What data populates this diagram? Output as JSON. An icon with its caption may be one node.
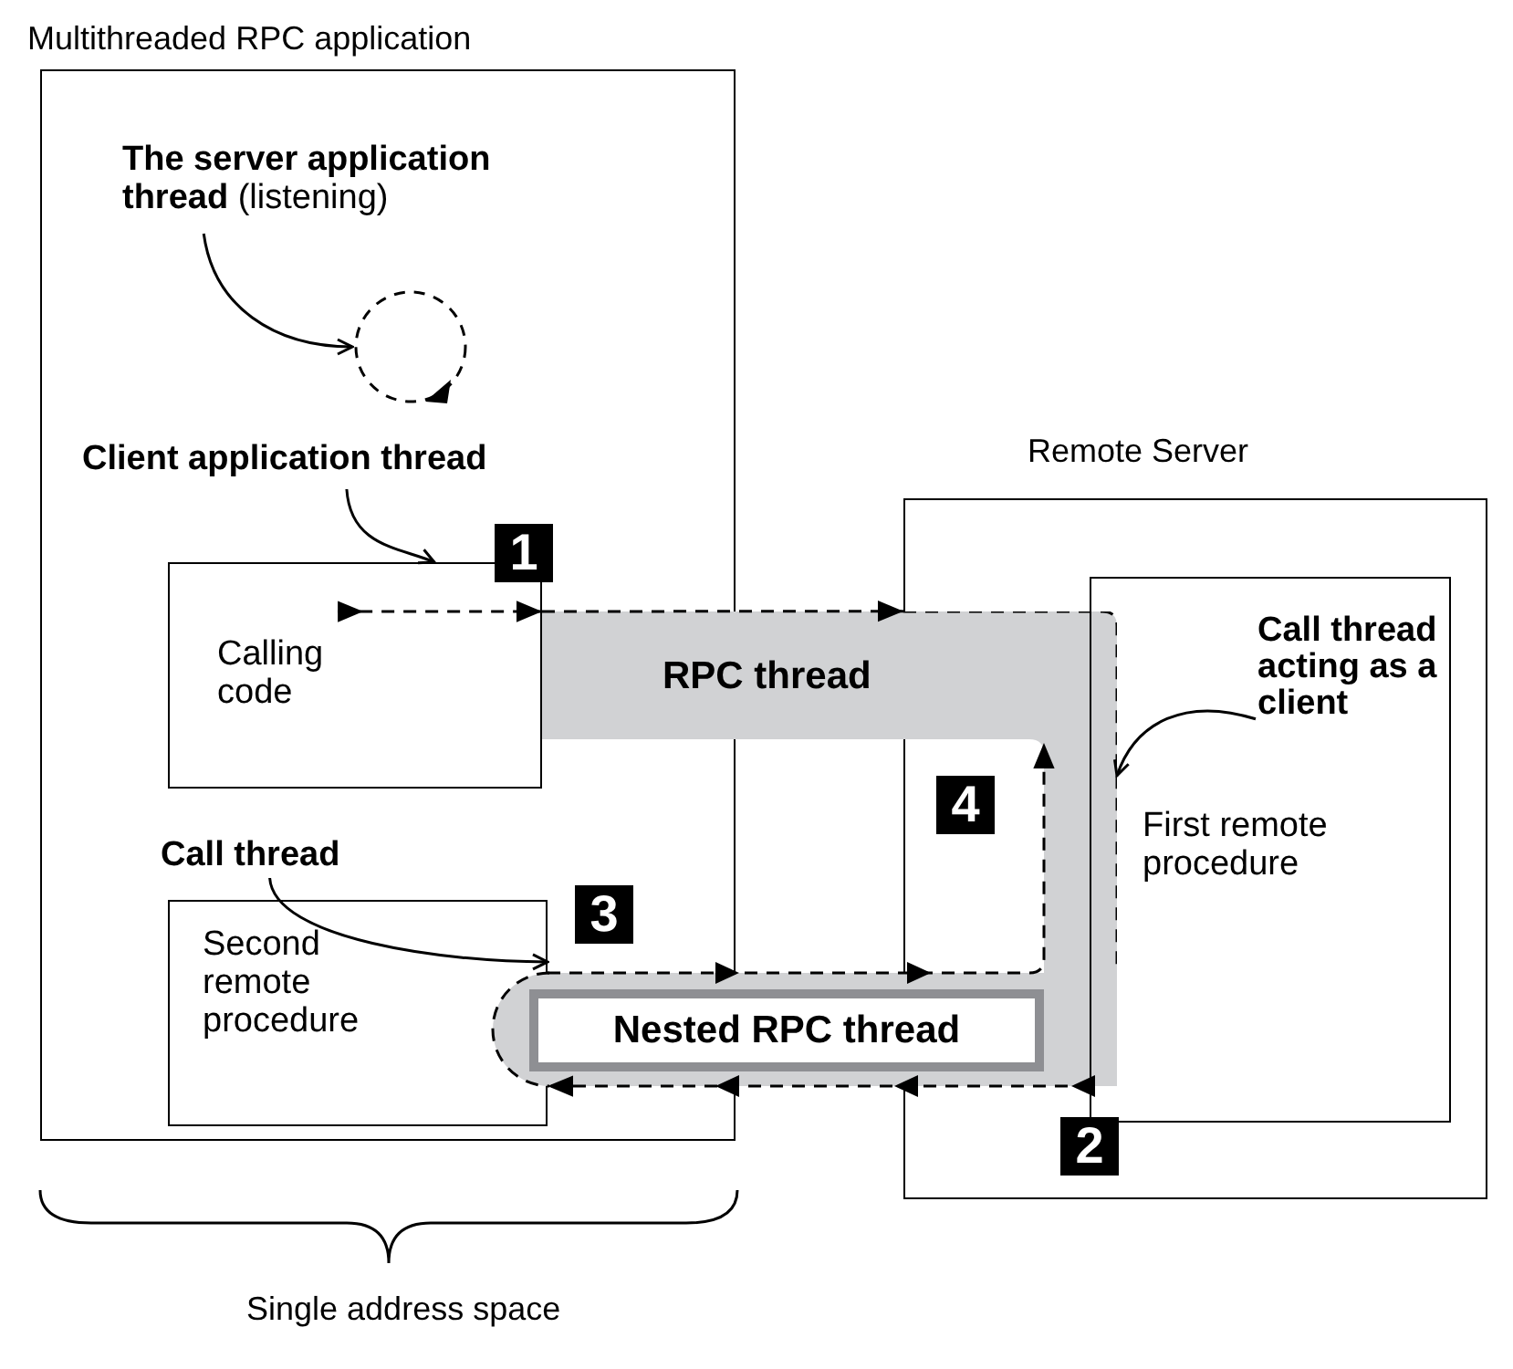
{
  "diagram": {
    "nodes": [
      {
        "text": [
          "Multithreaded RPC application"
        ]
      },
      {
        "text": [
          "**The server application thread** (listening)"
        ],
        "in": 0
      },
      {
        "text": [],
        "shape": "circle",
        "in": 0
      },
      {
        "text": [
          "Client application thread"
        ],
        "in": 0
      },
      {
        "text": [
          "Calling code"
        ],
        "in": 0
      },
      {
        "text": [
          "Call thread"
        ],
        "in": 0
      },
      {
        "text": [
          "Second remote procedure"
        ],
        "in": 0
      },
      {
        "text": [
          "Remote Server"
        ]
      },
      {
        "text": [
          "First remote procedure"
        ],
        "in": 7
      },
      {
        "text": [
          "Call thread acting as a client"
        ],
        "in": 8
      },
      {
        "text": [
          "RPC thread"
        ]
      },
      {
        "text": [
          "Nested RPC thread"
        ]
      }
    ],
    "edges": [
      {
        "from": 1,
        "to": 2,
        "arrow": "to"
      },
      {
        "from": 3,
        "to": 4,
        "arrow": "to"
      },
      {
        "from": 5,
        "to": 6,
        "arrow": "to"
      },
      {
        "from": 9,
        "to": 10,
        "arrow": "to"
      },
      {
        "from": 4,
        "to": 10,
        "arrow": "to",
        "style": "dashed"
      },
      {
        "from": 8,
        "to": 6,
        "arrow": "to",
        "style": "dashed"
      },
      {
        "from": 6,
        "to": 10,
        "arrow": "to",
        "style": "dashed"
      },
      {
        "from": 10,
        "to": 7,
        "arrow": "to",
        "style": "dashed"
      }
    ],
    "labels": [
      "1",
      "2",
      "3",
      "4",
      "Single address space"
    ]
  }
}
